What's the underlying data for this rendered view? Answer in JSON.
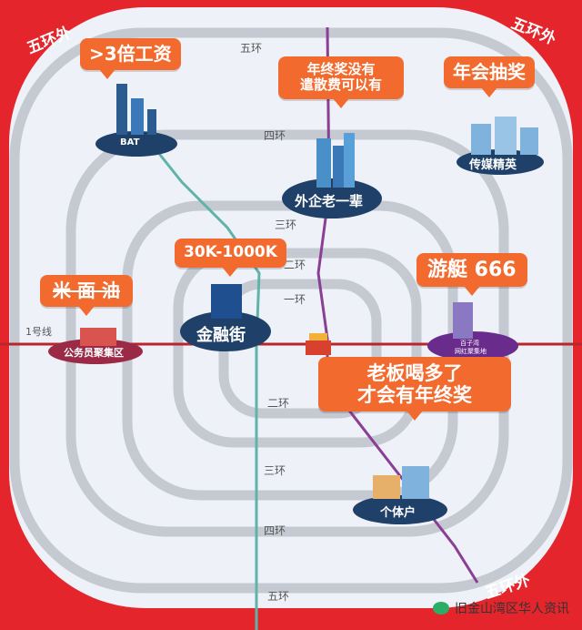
{
  "colors": {
    "frame_red": "#e4262c",
    "inside_blue": "#e8eef6",
    "ring_gray": "#c4c9d2",
    "line1_red": "#b8252b",
    "line_purple": "#8a3f95",
    "line_teal": "#5fb3a8",
    "bubble_orange": "#f26a2e",
    "dark_blue": "#1f4068"
  },
  "outer_labels": {
    "top_left": "五环外",
    "top_right": "五环外",
    "bottom_right": "五环外"
  },
  "ring_labels": {
    "wu_top": "五环",
    "si_top": "四环",
    "san_top": "三环",
    "er_top": "二环",
    "yi": "一环",
    "er_bottom": "二环",
    "san_bottom": "三环",
    "si_bottom": "四环",
    "wu_bottom": "五环"
  },
  "metro": {
    "line1": "1号线"
  },
  "callouts": {
    "salary": ">3倍工资",
    "foreign_line1": "年终奖没有",
    "foreign_line2": "遣散费可以有",
    "lottery": "年会抽奖",
    "finance_pay": "30K-1000K",
    "oil": "米 面 油",
    "yacht": "游艇 666",
    "boss_line1": "老板喝多了",
    "boss_line2": "才会有年终奖"
  },
  "places": {
    "bat": "BAT",
    "foreign": "外企老一辈",
    "media": "传媒精英",
    "finance": "金融街",
    "civil": "公务员聚集区",
    "villa_line1": "百子湾",
    "villa_line2": "网红聚集地",
    "self": "个体户"
  },
  "footer": {
    "account": "旧金山湾区华人资讯",
    "icon": "wechat-icon"
  }
}
